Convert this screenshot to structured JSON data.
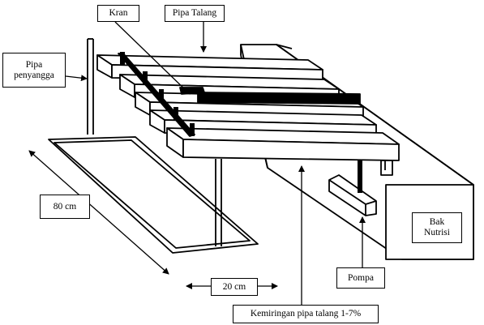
{
  "labels": {
    "kran": "Kran",
    "pipa_talang": "Pipa Talang",
    "pipa_penyangga": "Pipa\npenyangga",
    "panjang": "80 cm",
    "lebar": "20 cm",
    "pompa": "Pompa",
    "bak_nutrisi": "Bak\nNutrisi",
    "kemiringan": "Kemiringan pipa talang 1-7%"
  }
}
